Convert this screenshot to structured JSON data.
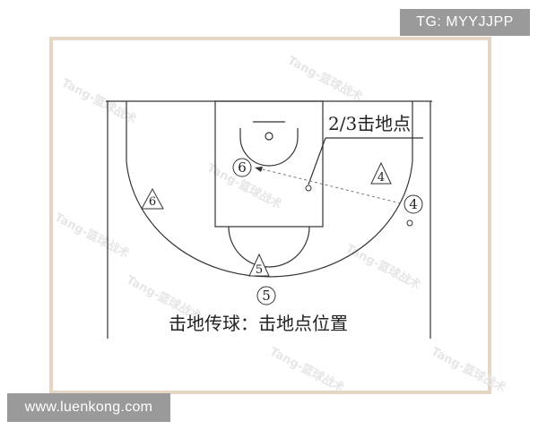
{
  "badges": {
    "top_right": "TG: MYYJJPP",
    "bottom_left": "www.luenkong.com"
  },
  "court": {
    "title_text": "击地传球：击地点位置",
    "callout_text": "2/3击地点",
    "watermark_text": "Tang-篮球战术"
  },
  "players": [
    {
      "id": "p6-circle",
      "label": "6",
      "shape": "circle"
    },
    {
      "id": "p4-triangle",
      "label": "4",
      "shape": "triangle"
    },
    {
      "id": "p4-circle",
      "label": "4",
      "shape": "circle"
    },
    {
      "id": "p6-triangle",
      "label": "6",
      "shape": "triangle"
    },
    {
      "id": "p5-triangle",
      "label": "5",
      "shape": "triangle"
    },
    {
      "id": "p5-circle",
      "label": "5",
      "shape": "circle"
    }
  ],
  "colors": {
    "frame": "#e4d6c2",
    "line": "#333333",
    "pass_line": "#777777",
    "watermark": "#e6e6e6",
    "badge": "#9a9a9a"
  }
}
